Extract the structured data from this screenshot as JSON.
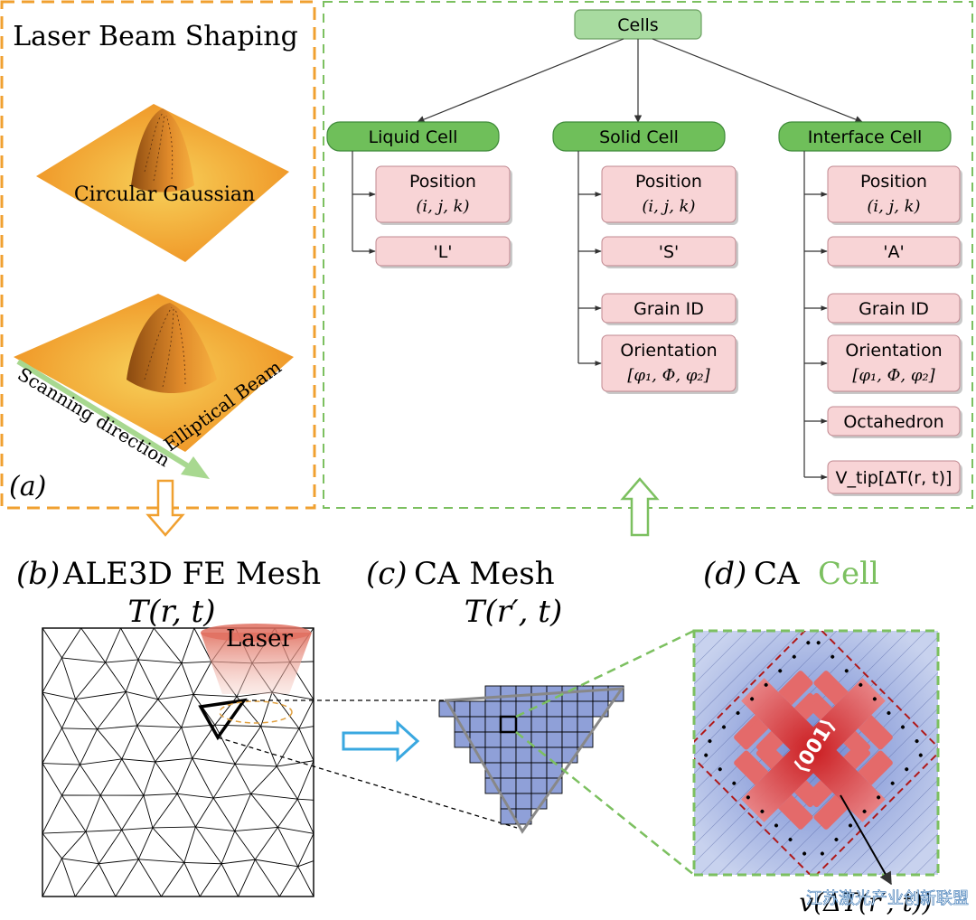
{
  "panel_a": {
    "title": "Laser Beam Shaping",
    "circular_label": "Circular Gaussian",
    "elliptical_label": "Elliptical Beam",
    "scan_label": "Scanning direction",
    "tag": "(a)"
  },
  "panel_b": {
    "tag": "(b)",
    "title": "ALE3D FE Mesh",
    "formula": "T(r, t)",
    "laser_label": "Laser"
  },
  "panel_c": {
    "tag": "(c)",
    "title": "CA Mesh",
    "formula": "T(r′, t)"
  },
  "panel_d": {
    "tag": "(d)",
    "title_prefix": "CA",
    "title_colored": "Cell",
    "orientation_label": "⟨001⟩",
    "velocity_label": "v(ΔT(r′, t))"
  },
  "tree": {
    "root": "Cells",
    "columns": [
      {
        "header": "Liquid Cell",
        "items": [
          {
            "line1": "Position",
            "line2": "(i, j, k)"
          },
          {
            "line1": "'L'"
          }
        ]
      },
      {
        "header": "Solid Cell",
        "items": [
          {
            "line1": "Position",
            "line2": "(i, j, k)"
          },
          {
            "line1": "'S'"
          },
          {
            "line1": "Grain ID"
          },
          {
            "line1": "Orientation",
            "line2": "[φ₁, Φ, φ₂]"
          }
        ]
      },
      {
        "header": "Interface Cell",
        "items": [
          {
            "line1": "Position",
            "line2": "(i, j, k)"
          },
          {
            "line1": "'A'"
          },
          {
            "line1": "Grain ID"
          },
          {
            "line1": "Orientation",
            "line2": "[φ₁, Φ, φ₂]"
          },
          {
            "line1": "Octahedron"
          },
          {
            "line1": "V_tip[ΔT(r, t)]"
          }
        ]
      }
    ]
  },
  "watermark": "江苏激光产业创新联盟",
  "colors": {
    "orange_frame": "#f0a030",
    "green_frame": "#7cc060",
    "header_fill": "#6fbf5a",
    "root_fill": "#a8dba0",
    "item_fill": "#f8d4d6",
    "item_stroke": "#c08890",
    "ca_blue": "#8fa0d8",
    "arrow_blue": "#3aa8e0",
    "cell_red": "#e05050"
  }
}
